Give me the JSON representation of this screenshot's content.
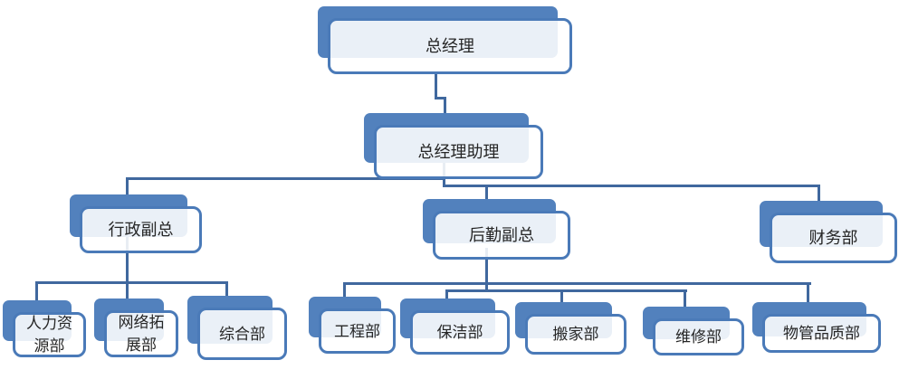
{
  "org_chart": {
    "type": "organization-hierarchy",
    "background": "#ffffff",
    "colors": {
      "node_shadow": "#5281bd",
      "node_border": "#4a7ab8",
      "node_fill_tint": "#eaf0f8",
      "connector": "#40689e",
      "text": "#262626"
    },
    "nodes": [
      {
        "id": "general-manager",
        "label": "总经理",
        "level": 1,
        "parent": null
      },
      {
        "id": "gm-assistant",
        "label": "总经理助理",
        "level": 2,
        "parent": "general-manager"
      },
      {
        "id": "admin-vice-president",
        "label": "行政副总",
        "level": 3,
        "parent": "gm-assistant"
      },
      {
        "id": "logistics-vice-president",
        "label": "后勤副总",
        "level": 3,
        "parent": "gm-assistant"
      },
      {
        "id": "finance-dept",
        "label": "财务部",
        "level": 3,
        "parent": "gm-assistant"
      },
      {
        "id": "hr-dept",
        "label": "人力资源部",
        "level": 4,
        "parent": "admin-vice-president"
      },
      {
        "id": "network-expansion-dept",
        "label": "网络拓展部",
        "level": 4,
        "parent": "admin-vice-president"
      },
      {
        "id": "general-affairs-dept",
        "label": "综合部",
        "level": 4,
        "parent": "admin-vice-president"
      },
      {
        "id": "engineering-dept",
        "label": "工程部",
        "level": 4,
        "parent": "logistics-vice-president"
      },
      {
        "id": "cleaning-dept",
        "label": "保洁部",
        "level": 4,
        "parent": "logistics-vice-president"
      },
      {
        "id": "moving-dept",
        "label": "搬家部",
        "level": 4,
        "parent": "logistics-vice-president"
      },
      {
        "id": "maintenance-dept",
        "label": "维修部",
        "level": 4,
        "parent": "logistics-vice-president"
      },
      {
        "id": "property-quality-dept",
        "label": "物管品质部",
        "level": 4,
        "parent": "logistics-vice-president"
      }
    ]
  }
}
